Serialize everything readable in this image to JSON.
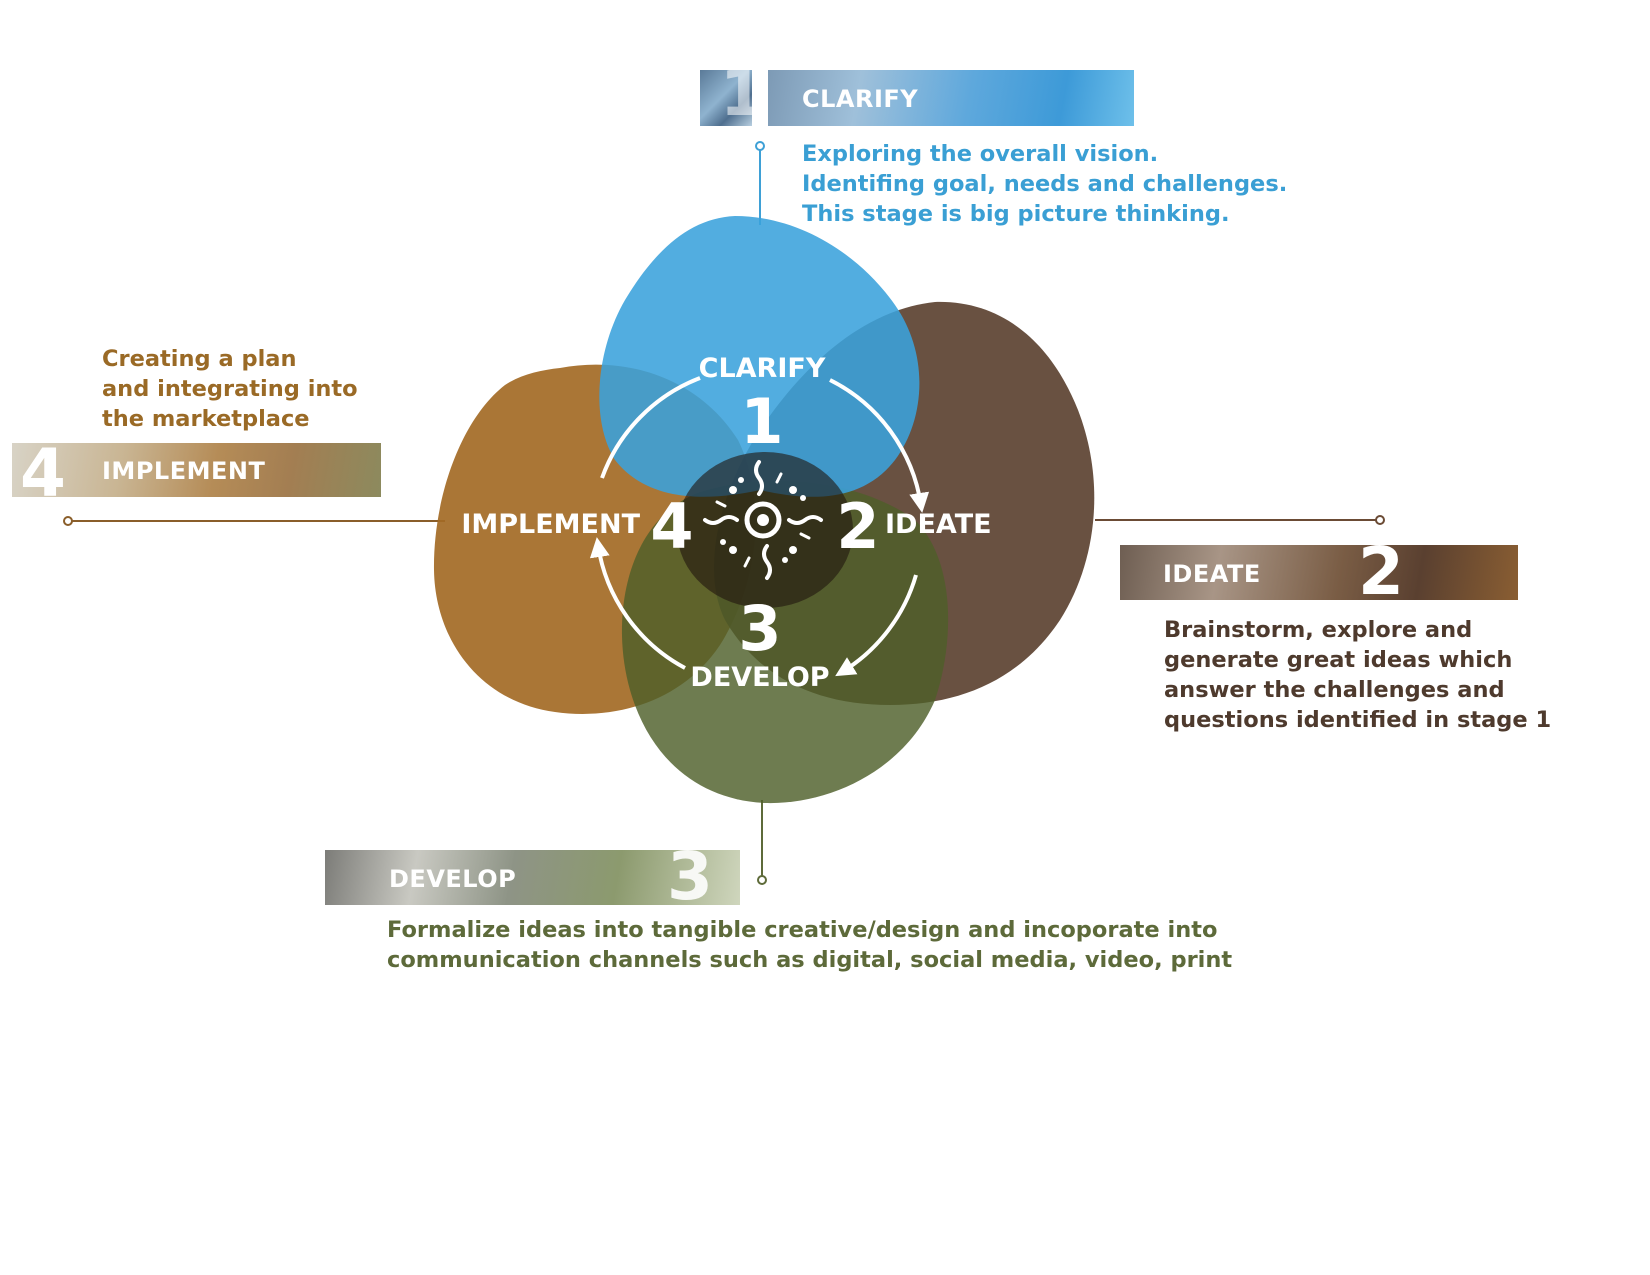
{
  "colors": {
    "clarify": "#3ea0d6",
    "ideate": "#5a4030",
    "develop": "#5e6b3a",
    "implement": "#9a6a2a",
    "connector_blue": "#3ea0d6",
    "connector_brown": "#6b4b35"
  },
  "stages": {
    "clarify": {
      "label": "CLARIFY",
      "number": "1",
      "lines": [
        "Exploring the overall vision.",
        "Identifing goal, needs and challenges.",
        "This stage is big picture thinking."
      ]
    },
    "ideate": {
      "label": "IDEATE",
      "number": "2",
      "lines": [
        "Brainstorm, explore and",
        "generate great ideas which",
        "answer the challenges and",
        "questions identified in stage 1"
      ]
    },
    "develop": {
      "label": "DEVELOP",
      "number": "3",
      "lines": [
        "Formalize ideas into tangible creative/design and incoporate into",
        "communication channels such as digital, social media, video, print"
      ]
    },
    "implement": {
      "label": "IMPLEMENT",
      "number": "4",
      "lines": [
        "Creating a plan",
        "and integrating into",
        "the marketplace"
      ]
    }
  },
  "center_icon": "tribal-sun-icon"
}
